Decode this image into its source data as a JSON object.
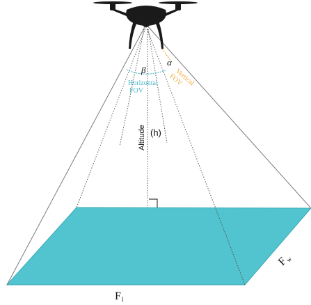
{
  "colors": {
    "ground": "#52c4d0",
    "ground_stroke": "#3aa9b5",
    "line": "#7a7a7a",
    "dotted": "#555555",
    "horizontal_fov": "#4bb8c8",
    "vertical_fov": "#f0a93a",
    "drone": "#1a1a1a",
    "text": "#111111"
  },
  "labels": {
    "beta": "β",
    "alpha": "α",
    "horizontal_fov_line1": "Horizontal",
    "horizontal_fov_line2": "FOV",
    "vertical_fov_line1": "Vertical",
    "vertical_fov_line2": "FOV",
    "altitude": "Altitude",
    "h": "(h)",
    "fl_main": "F",
    "fl_sub": "l",
    "fw_main": "F",
    "fw_sub": "w"
  },
  "icons": {
    "drone": "quadcopter-drone-icon",
    "right_angle": "right-angle-marker"
  }
}
